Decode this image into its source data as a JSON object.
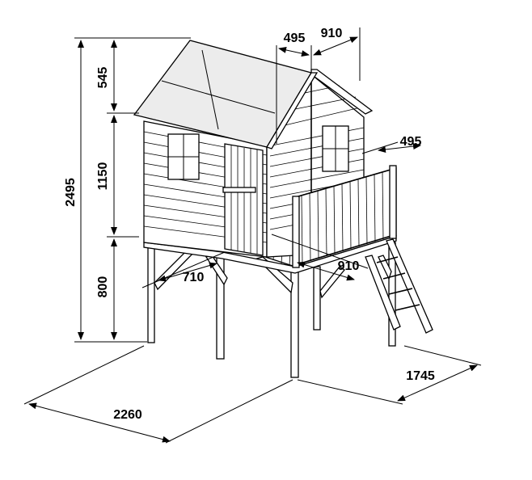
{
  "drawing": {
    "subject": "wooden playhouse on stilts with balcony and ladder",
    "line_color": "#000000",
    "background": "#ffffff"
  },
  "dimensions": {
    "total_height": "2495",
    "roof_height": "545",
    "wall_height": "1150",
    "stilt_height": "800",
    "roof_overhang_side": "495",
    "roof_depth": "910",
    "balcony_width": "495",
    "floor_depth": "710",
    "balcony_depth": "910",
    "base_length": "2260",
    "base_width": "1745"
  }
}
